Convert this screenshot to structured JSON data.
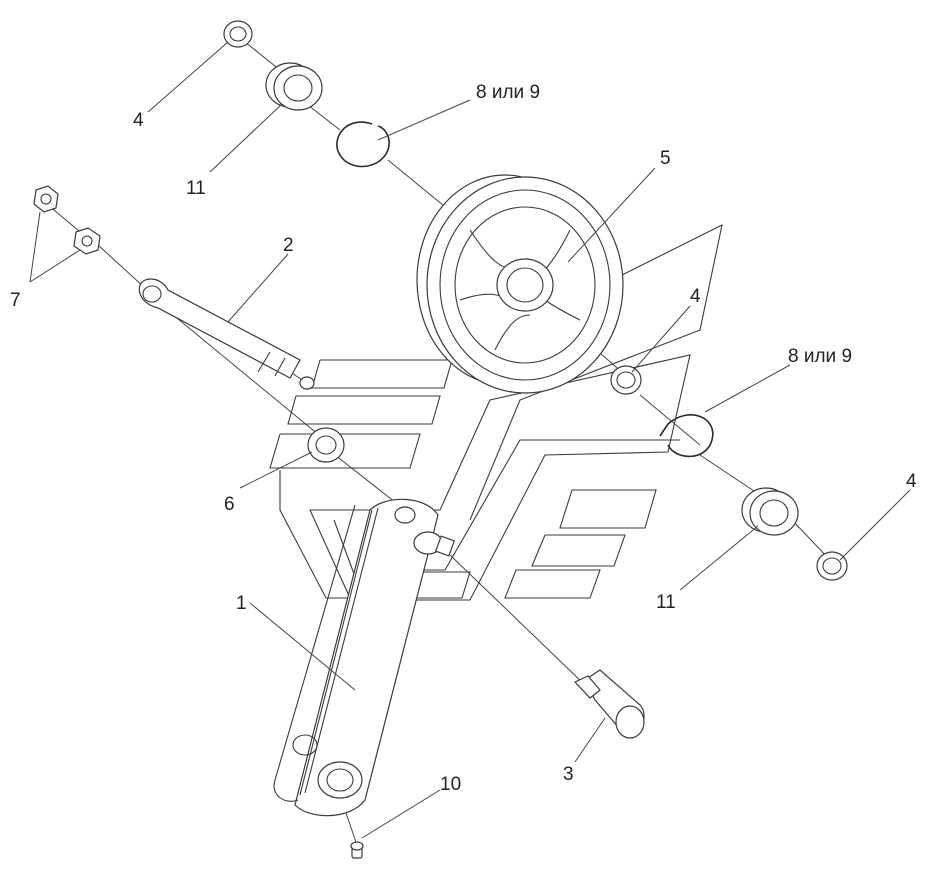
{
  "diagram": {
    "labels": {
      "p1": "1",
      "p2": "2",
      "p3": "3",
      "p4a": "4",
      "p4b": "4",
      "p4c": "4",
      "p5": "5",
      "p6": "6",
      "p7": "7",
      "p8a": "8 или 9",
      "p8b": "8 или 9",
      "p10": "10",
      "p11a": "11",
      "p11b": "11"
    }
  }
}
